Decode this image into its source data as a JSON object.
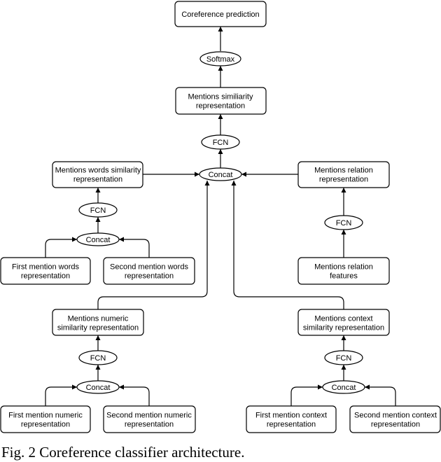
{
  "nodes": {
    "coreference_prediction": [
      "Coreference prediction"
    ],
    "softmax": [
      "Softmax"
    ],
    "mentions_similarity": [
      "Mentions similiarity",
      "representation"
    ],
    "fcn_top": [
      "FCN"
    ],
    "concat_center": [
      "Concat"
    ],
    "mentions_words_similarity": [
      "Mentions words similarity",
      "representation"
    ],
    "fcn_words": [
      "FCN"
    ],
    "concat_words": [
      "Concat"
    ],
    "first_mention_words": [
      "First mention words",
      "representation"
    ],
    "second_mention_words": [
      "Second mention words",
      "representation"
    ],
    "mentions_relation": [
      "Mentions relation",
      "representation"
    ],
    "fcn_relation": [
      "FCN"
    ],
    "mentions_relation_features": [
      "Mentions relation",
      "features"
    ],
    "mentions_numeric_similarity": [
      "Mentions numeric",
      "similarity representation"
    ],
    "fcn_numeric": [
      "FCN"
    ],
    "concat_numeric": [
      "Concat"
    ],
    "first_mention_numeric": [
      "First mention numeric",
      "representation"
    ],
    "second_mention_numeric": [
      "Second mention numeric",
      "representation"
    ],
    "mentions_context_similarity": [
      "Mentions context",
      "similarity representation"
    ],
    "fcn_context": [
      "FCN"
    ],
    "concat_context": [
      "Concat"
    ],
    "first_mention_context": [
      "First mention context",
      "representation"
    ],
    "second_mention_context": [
      "Second mention context",
      "representation"
    ]
  },
  "caption": "Fig. 2 Coreference classifier architecture."
}
